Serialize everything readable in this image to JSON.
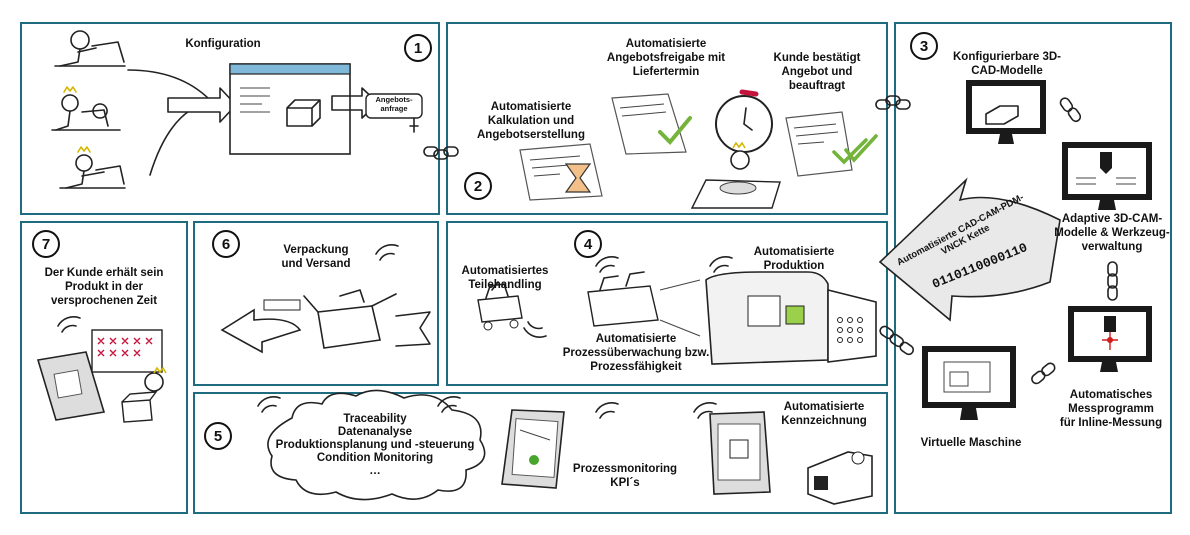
{
  "panels": {
    "p1": {
      "number": "1",
      "label": "Konfiguration",
      "button": "Angebots-\nanfrage"
    },
    "p2": {
      "number": "2",
      "label_calc": "Automatisierte\nKalkulation und\nAngebotserstellung",
      "label_release": "Automatisierte\nAngebotsfreigabe mit\nLiefertermin",
      "label_confirm": "Kunde bestätigt\nAngebot und\nbeauftragt"
    },
    "p3": {
      "number": "3",
      "label_cad": "Konfigurierbare 3D-\nCAD-Modelle",
      "label_cam": "Adaptive 3D-CAM-\nModelle & Werkzeug-\nverwaltung",
      "label_mess": "Automatisches\nMessprogramm\nfür Inline-Messung",
      "label_vm": "Virtuelle Maschine",
      "arrow_text": "Automatisierte CAD-CAM-PDM-\nVNCK Kette",
      "binary": "0110110000110"
    },
    "p4": {
      "number": "4",
      "label_prod": "Automatisierte\nProduktion",
      "label_handling": "Automatisiertes\nTeilehandling",
      "label_monitor": "Automatisierte\nProzessüberwachung bzw.\nProzessfähigkeit"
    },
    "p5": {
      "number": "5",
      "cloud_lines": [
        "Traceability",
        "Datenanalyse",
        "Produktionsplanung und -steuerung",
        "Condition Monitoring",
        "…"
      ],
      "label_kpi": "Prozessmonitoring\nKPI´s",
      "label_mark": "Automatisierte\nKennzeichnung"
    },
    "p6": {
      "number": "6",
      "label": "Verpackung\nund Versand"
    },
    "p7": {
      "number": "7",
      "label": "Der Kunde erhält sein\nProdukt in der\nversprochenen Zeit"
    }
  }
}
